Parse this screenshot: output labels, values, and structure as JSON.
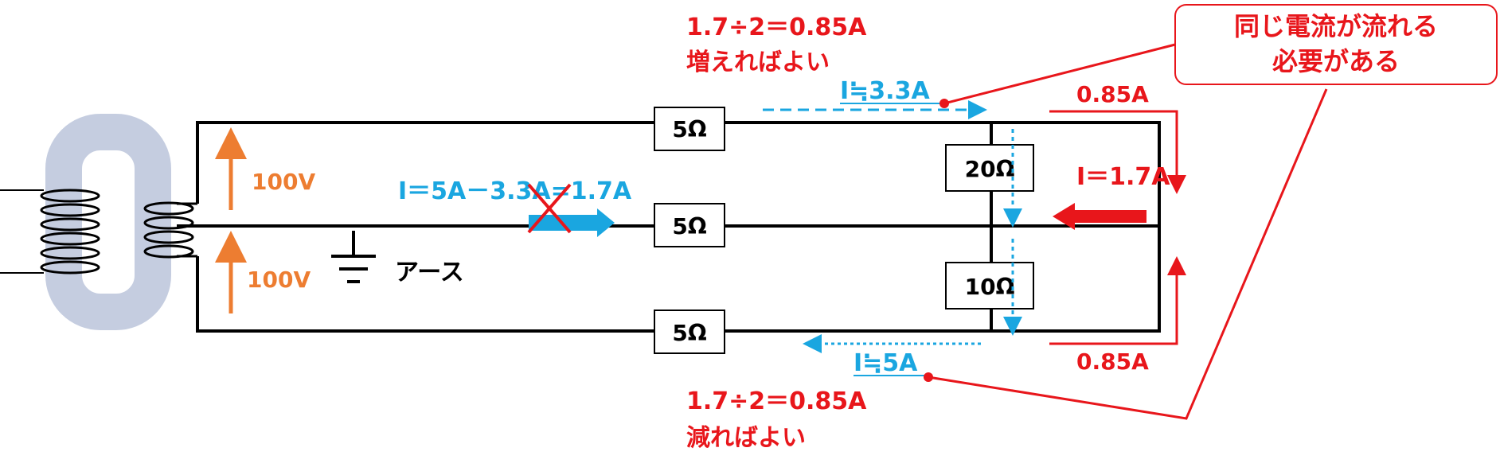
{
  "colors": {
    "red": "#e8161b",
    "blue": "#1aa6e0",
    "orange": "#ed7d31",
    "black": "#000000",
    "core": "#c5cde0"
  },
  "labels": {
    "res_top": "5Ω",
    "res_mid": "5Ω",
    "res_bot": "5Ω",
    "res_20": "20Ω",
    "res_10": "10Ω",
    "volt_top": "100V",
    "volt_bot": "100V",
    "earth": "アース",
    "i_top": "I≒3.3A",
    "i_bot": "I≒5A",
    "i_neutral": "I＝5A－3.3A=1.7A",
    "i_right": "I＝1.7A",
    "cur_top_right": "0.85A",
    "cur_bot_right": "0.85A",
    "note_top_line1": "1.7÷2＝0.85A",
    "note_top_line2": "増えればよい",
    "note_bot_line1": "1.7÷2＝0.85A",
    "note_bot_line2": "減ればよい",
    "callout_line1": "同じ電流が流れる",
    "callout_line2": "必要がある"
  }
}
